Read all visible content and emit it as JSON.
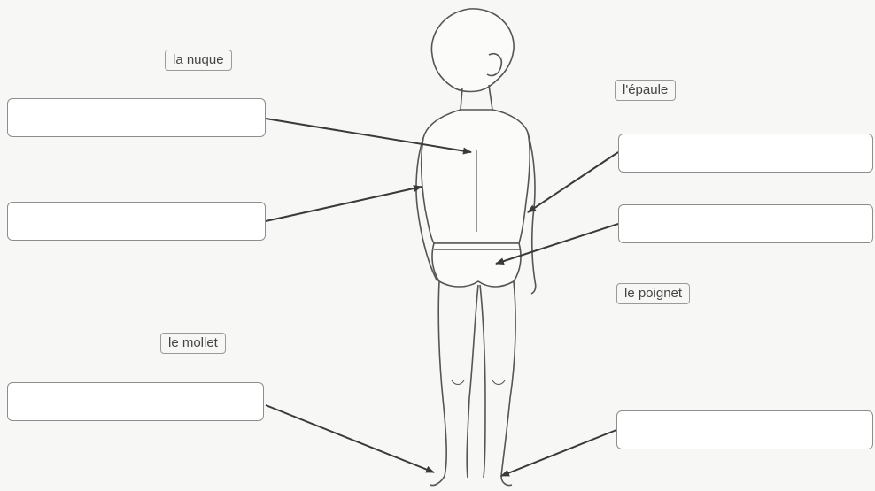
{
  "word_bank": [
    {
      "id": "nuque",
      "text": "la nuque"
    },
    {
      "id": "epaule",
      "text": "l'épaule"
    },
    {
      "id": "poignet",
      "text": "le poignet"
    },
    {
      "id": "mollet",
      "text": "le mollet"
    }
  ],
  "answer_boxes": [
    {
      "id": "box-left-1",
      "value": ""
    },
    {
      "id": "box-left-2",
      "value": ""
    },
    {
      "id": "box-left-3",
      "value": ""
    },
    {
      "id": "box-right-1",
      "value": ""
    },
    {
      "id": "box-right-2",
      "value": ""
    },
    {
      "id": "box-right-3",
      "value": ""
    }
  ],
  "colors": {
    "line": "#3a3a3a",
    "outline": "#555555",
    "box_border": "#8d8d8d",
    "background": "#f7f7f5"
  }
}
